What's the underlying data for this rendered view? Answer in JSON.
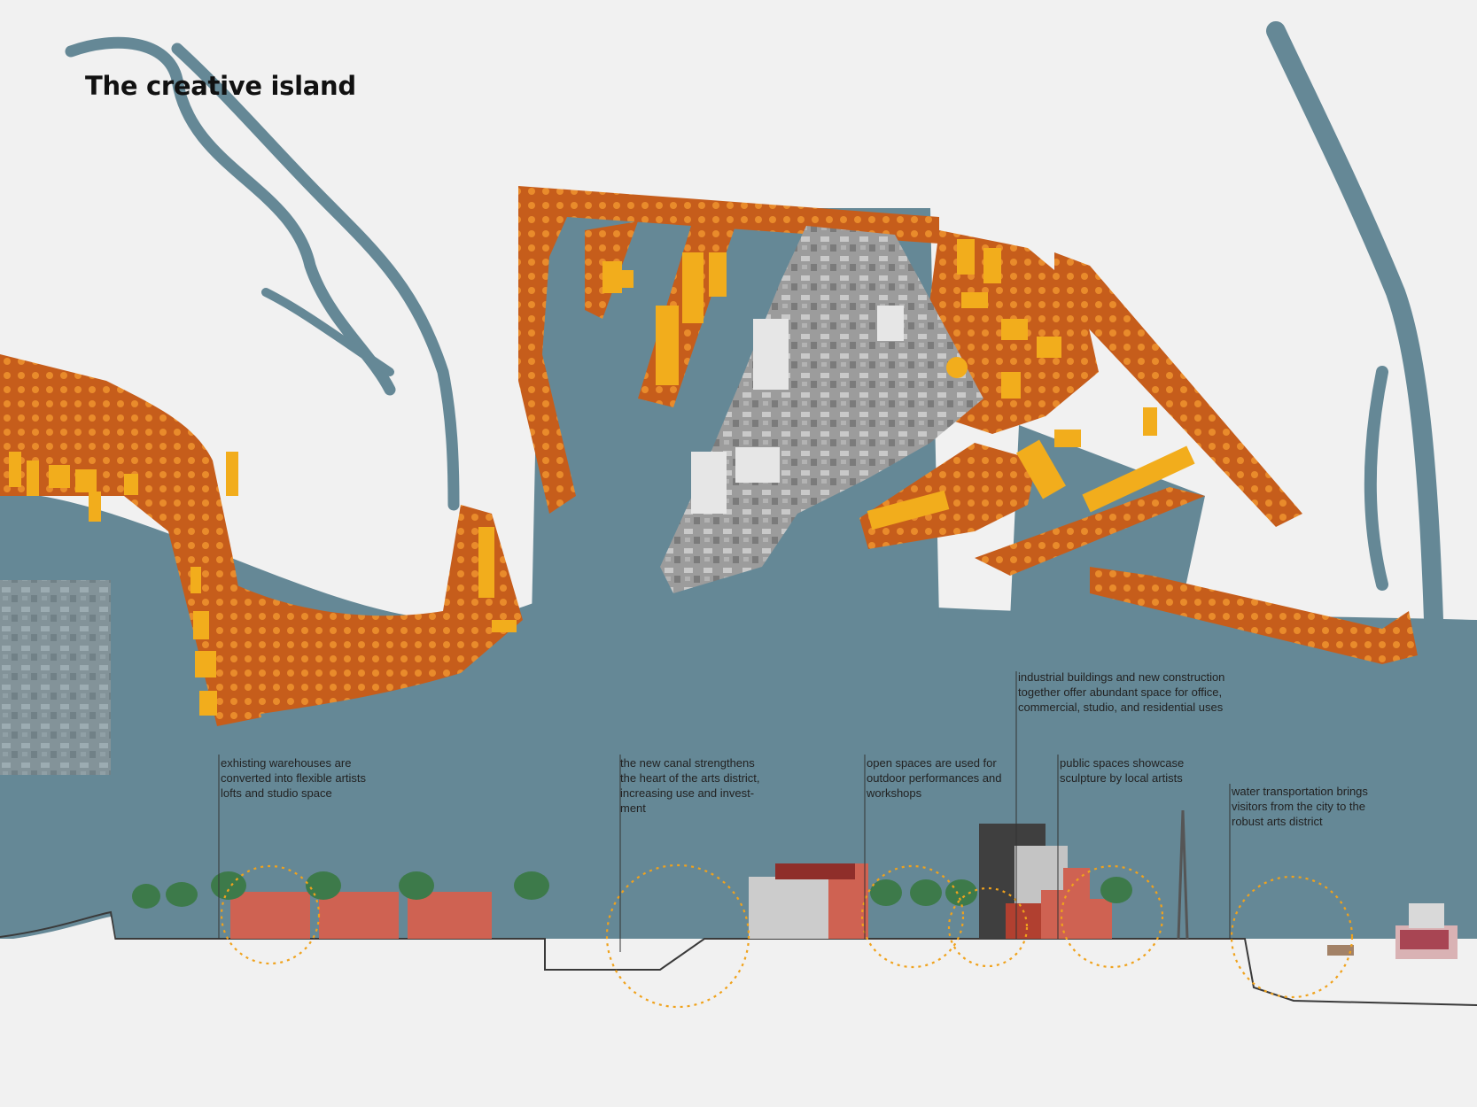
{
  "title": "The creative island",
  "colors": {
    "background": "#f1f1f1",
    "water": "#658896",
    "quay": "#c65d1b",
    "building": "#f2ad1c",
    "island": "#9c9c9c",
    "section_block": "#cf6252",
    "tree": "#3d7a4a",
    "circle": "#f0a21c"
  },
  "annotations": [
    {
      "text": "exhisting warehouses are\nconverted into flexible artists\nlofts and studio space"
    },
    {
      "text": "the new canal strengthens\nthe heart of the arts district,\nincreasing use and invest-\nment"
    },
    {
      "text": "open spaces are used for\noutdoor performances and\nworkshops"
    },
    {
      "text": "industrial buildings and new construction\ntogether offer abundant space for office,\ncommercial, studio, and residential uses"
    },
    {
      "text": "public spaces  showcase\nsculpture by local artists"
    },
    {
      "text": "water transportation brings\nvisitors from the city to the\nrobust arts district"
    }
  ]
}
